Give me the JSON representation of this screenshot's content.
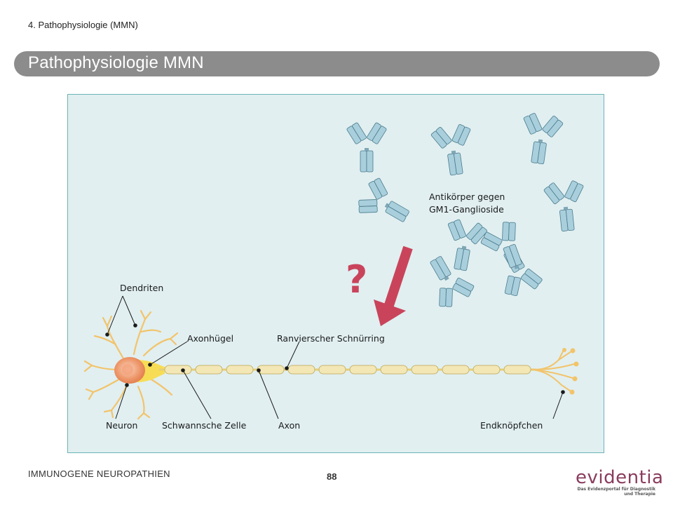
{
  "header": {
    "breadcrumb": "4. Pathophysiologie (MMN)",
    "title": "Pathophysiologie MMN"
  },
  "diagram": {
    "antibody_label_line1": "Antikörper gegen",
    "antibody_label_line2": "GM1-Ganglioside",
    "question_mark": "?",
    "labels": {
      "dendriten": "Dendriten",
      "axonhuegel": "Axonhügel",
      "ranvier": "Ranvierscher Schnürring",
      "neuron": "Neuron",
      "schwann": "Schwannsche Zelle",
      "axon": "Axon",
      "endknoepfchen": "Endknöpfchen"
    },
    "colors": {
      "background": "#e1eff1",
      "antibody_fill": "#a9cfdc",
      "arrow": "#c9445b",
      "myelin": "#f3e7b6",
      "soma": "#f0a070"
    }
  },
  "footer": {
    "left_text": "IMMUNOGENE NEUROPATHIEN",
    "page_number": "88",
    "logo_word": "evidentia",
    "logo_sub_line1": "Das Evidenzportal für Diagnostik",
    "logo_sub_line2": "und Therapie"
  }
}
